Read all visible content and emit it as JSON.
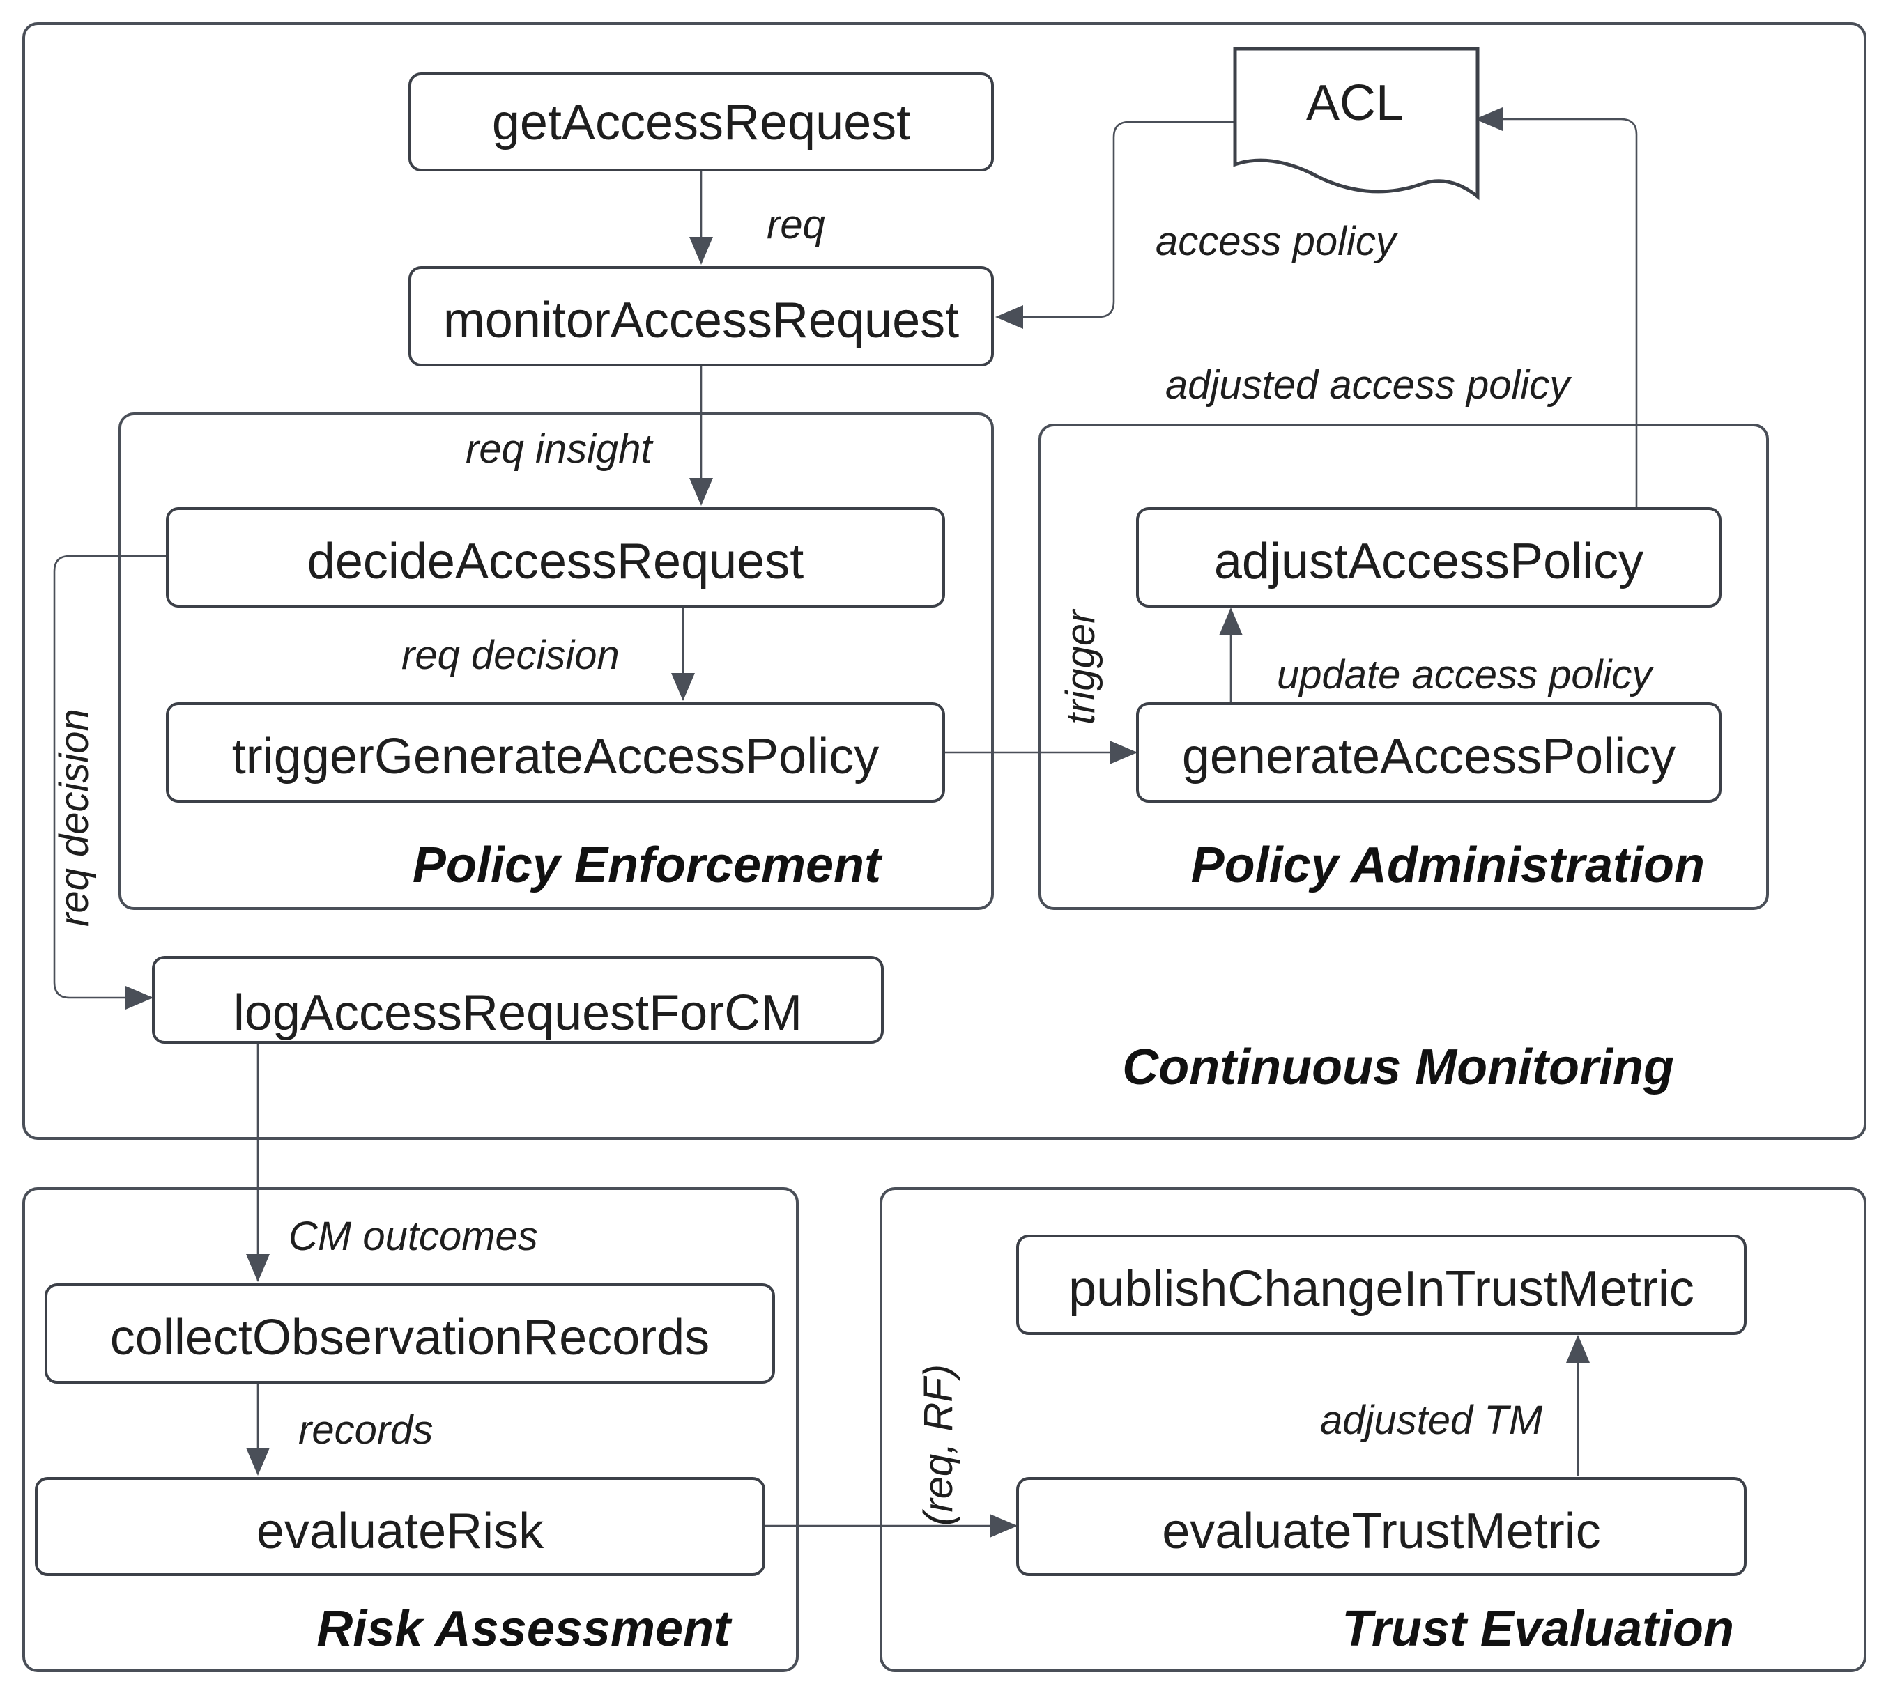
{
  "nodes": {
    "getAccessRequest": "getAccessRequest",
    "monitorAccessRequest": "monitorAccessRequest",
    "decideAccessRequest": "decideAccessRequest",
    "triggerGenerateAccessPolicy": "triggerGenerateAccessPolicy",
    "adjustAccessPolicy": "adjustAccessPolicy",
    "generateAccessPolicy": "generateAccessPolicy",
    "logAccessRequestForCM": "logAccessRequestForCM",
    "collectObservationRecords": "collectObservationRecords",
    "evaluateRisk": "evaluateRisk",
    "publishChangeInTrustMetric": "publishChangeInTrustMetric",
    "evaluateTrustMetric": "evaluateTrustMetric",
    "acl": "ACL"
  },
  "groups": {
    "policy_enforcement": "Policy Enforcement",
    "policy_administration": "Policy Administration",
    "continuous_monitoring": "Continuous Monitoring",
    "risk_assessment": "Risk Assessment",
    "trust_evaluation": "Trust Evaluation"
  },
  "edge_labels": {
    "req": "req",
    "access_policy": "access policy",
    "adjusted_access_policy": "adjusted access policy",
    "req_insight": "req insight",
    "req_decision_inner": "req decision",
    "req_decision_side": "req decision",
    "trigger": "trigger",
    "update_access_policy": "update access policy",
    "cm_outcomes": "CM outcomes",
    "records": "records",
    "req_rf": "(req, RF)",
    "adjusted_tm": "adjusted TM"
  }
}
